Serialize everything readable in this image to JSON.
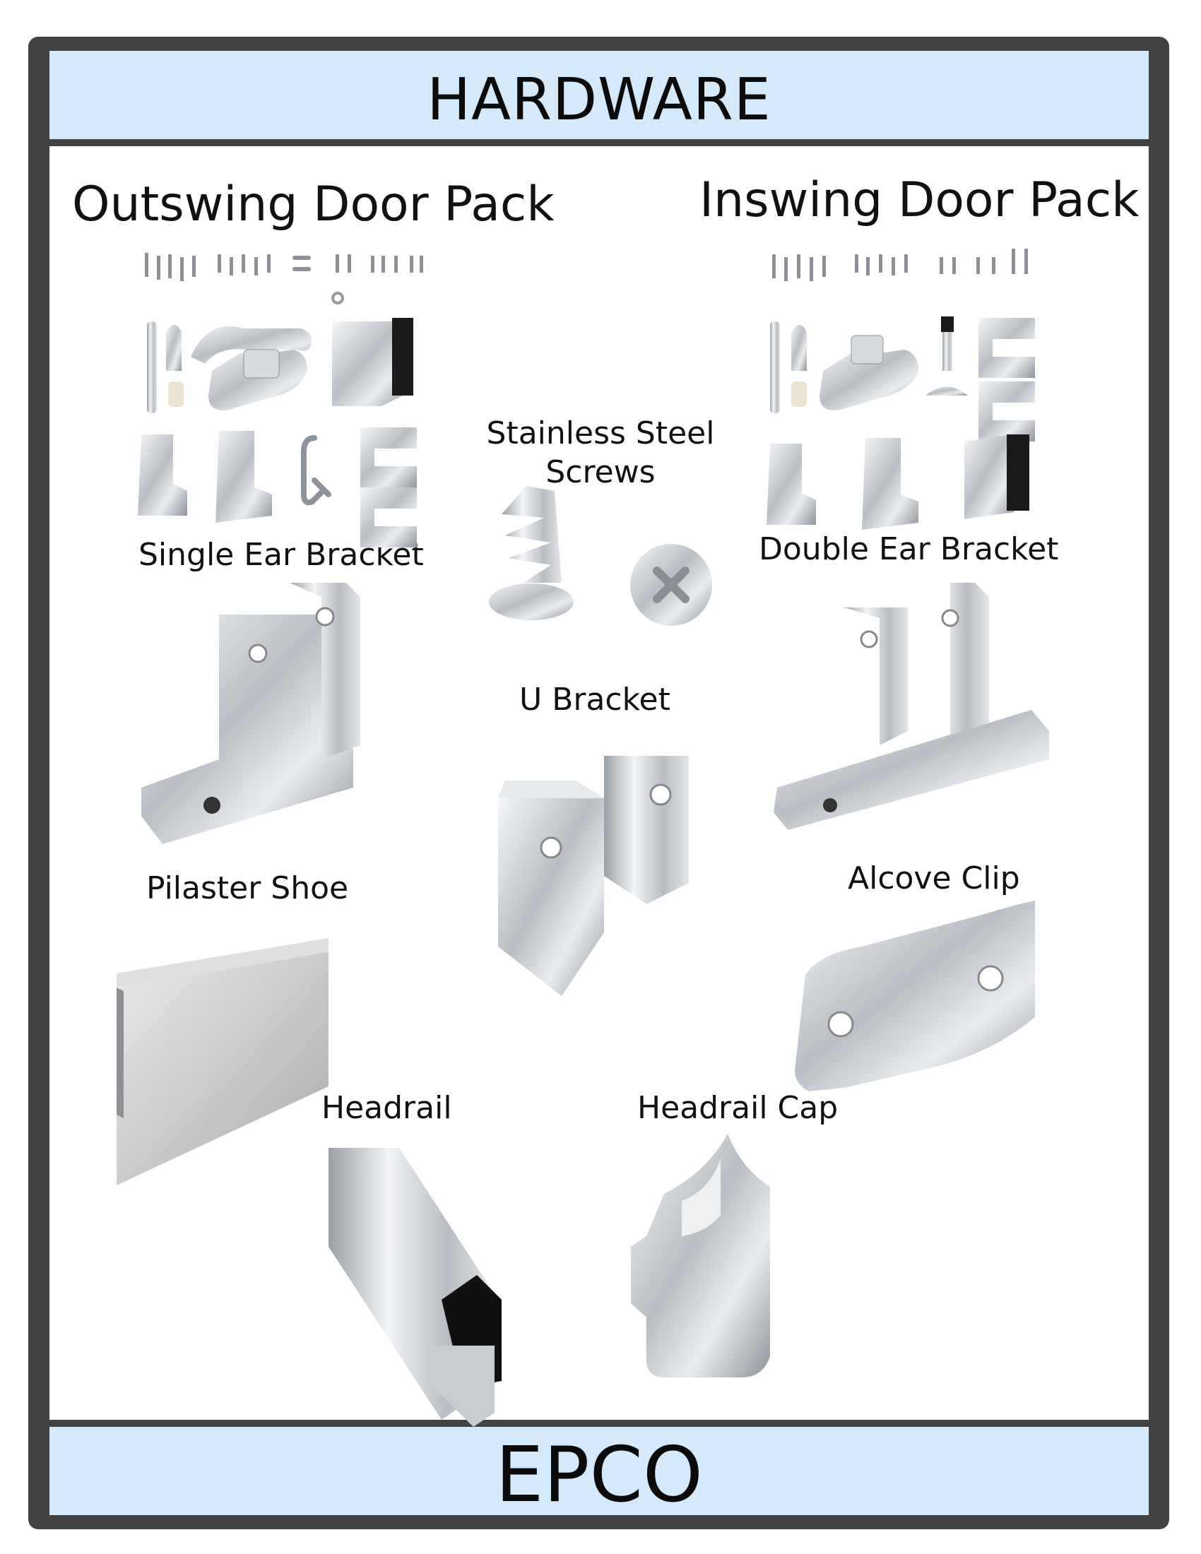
{
  "header": {
    "title": "HARDWARE"
  },
  "footer": {
    "brand": "EPCO"
  },
  "items": {
    "outswing": {
      "label": "Outswing Door Pack"
    },
    "inswing": {
      "label": "Inswing Door Pack"
    },
    "screws": {
      "line1": "Stainless Steel",
      "line2": "Screws"
    },
    "single_ear": {
      "label": "Single Ear Bracket"
    },
    "double_ear": {
      "label": "Double Ear Bracket"
    },
    "u_bracket": {
      "label": "U Bracket"
    },
    "pilaster_shoe": {
      "label": "Pilaster Shoe"
    },
    "alcove_clip": {
      "label": "Alcove Clip"
    },
    "headrail": {
      "label": "Headrail"
    },
    "headrail_cap": {
      "label": "Headrail Cap"
    }
  },
  "colors": {
    "frame": "#424242",
    "band": "#d4e9f9",
    "metal": "#c8ccd1"
  }
}
